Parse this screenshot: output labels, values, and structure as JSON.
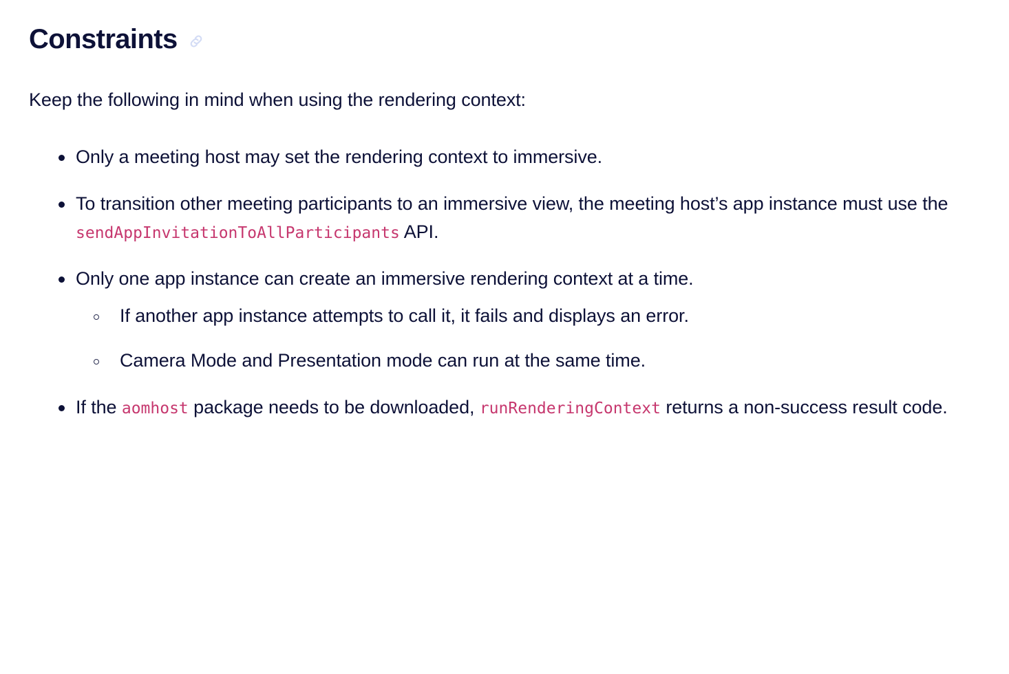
{
  "section": {
    "heading": "Constraints",
    "anchor_icon": "link-icon",
    "intro": "Keep the following in mind when using the rendering context:"
  },
  "colors": {
    "heading_text": "#0d1137",
    "body_text": "#0d1137",
    "inline_code": "#c6376e",
    "anchor_icon": "#d3dcf5",
    "background": "#ffffff"
  },
  "constraints": [
    {
      "id": "host-sets-immersive",
      "parts": [
        {
          "type": "text",
          "value": "Only a meeting host may set the rendering context to immersive."
        }
      ],
      "children": []
    },
    {
      "id": "transition-participants",
      "parts": [
        {
          "type": "text",
          "value": "To transition other meeting participants to an immersive view, the meeting host’s app instance must use the "
        },
        {
          "type": "code",
          "value": "sendAppInvitationToAllParticipants"
        },
        {
          "type": "text",
          "value": " API."
        }
      ],
      "children": []
    },
    {
      "id": "one-instance-at-a-time",
      "parts": [
        {
          "type": "text",
          "value": "Only one app instance can create an immersive rendering context at a time."
        }
      ],
      "children": [
        {
          "id": "another-instance-fails",
          "parts": [
            {
              "type": "text",
              "value": "If another app instance attempts to call it, it fails and displays an error."
            }
          ]
        },
        {
          "id": "camera-and-presentation",
          "parts": [
            {
              "type": "text",
              "value": "Camera Mode and Presentation mode can run at the same time."
            }
          ]
        }
      ]
    },
    {
      "id": "aomhost-download",
      "parts": [
        {
          "type": "text",
          "value": "If the "
        },
        {
          "type": "code",
          "value": "aomhost"
        },
        {
          "type": "text",
          "value": " package needs to be downloaded, "
        },
        {
          "type": "code",
          "value": "runRenderingContext"
        },
        {
          "type": "text",
          "value": " returns a non-success result code."
        }
      ],
      "children": []
    }
  ]
}
